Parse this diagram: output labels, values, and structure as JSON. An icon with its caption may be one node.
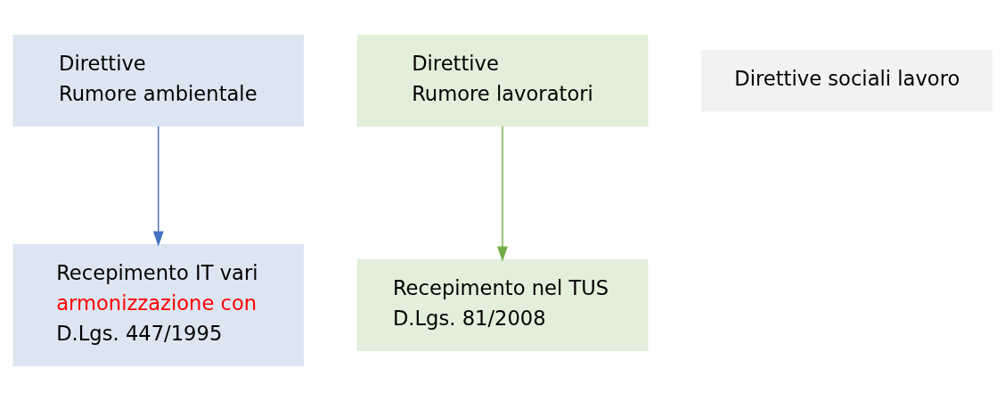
{
  "diagram": {
    "nodes": [
      {
        "text": [
          "Direttive Rumore ambientale"
        ]
      },
      {
        "text": [
          "Direttive Rumore lavoratori"
        ]
      },
      {
        "text": [
          "Direttive sociali lavoro"
        ]
      },
      {
        "text": [
          "Recepimento IT vari",
          "armonizzazione con",
          "D.Lgs. 447/1995"
        ]
      },
      {
        "text": [
          "Recepimento nel TUS",
          "D.Lgs. 81/2008"
        ]
      }
    ],
    "edges": [
      {
        "from": 0,
        "to": 3,
        "arrow": "to",
        "color": "#4472c4"
      },
      {
        "from": 1,
        "to": 4,
        "arrow": "to",
        "color": "#70ad47"
      }
    ]
  }
}
